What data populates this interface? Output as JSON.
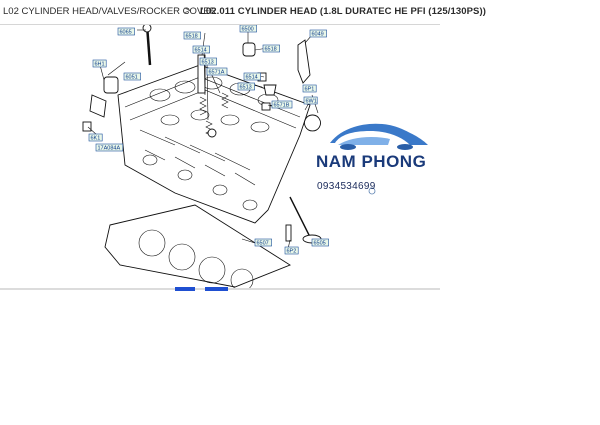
{
  "breadcrumb": {
    "parent": "L02 CYLINDER HEAD/VALVES/ROCKER COVER",
    "separator": ">",
    "current": "L02.011 CYLINDER HEAD (1.8L DURATEC HE PFI (125/130PS))"
  },
  "callouts": [
    "6065",
    "6518",
    "6500",
    "6051",
    "6514",
    "6513",
    "6571A",
    "6514",
    "6513",
    "6571B",
    "6518",
    "6049",
    "6H1",
    "17A084A",
    "6K1",
    "6507",
    "6P2",
    "6W1",
    "6P1",
    "6505"
  ],
  "watermark": {
    "brand_left": "NAM",
    "brand_right": "PHONG",
    "phone": "0934534699",
    "colors": {
      "brand": "#1a3a7a",
      "accent": "#3a79c9"
    }
  },
  "icons": {
    "separator": "chevron-right-icon"
  }
}
